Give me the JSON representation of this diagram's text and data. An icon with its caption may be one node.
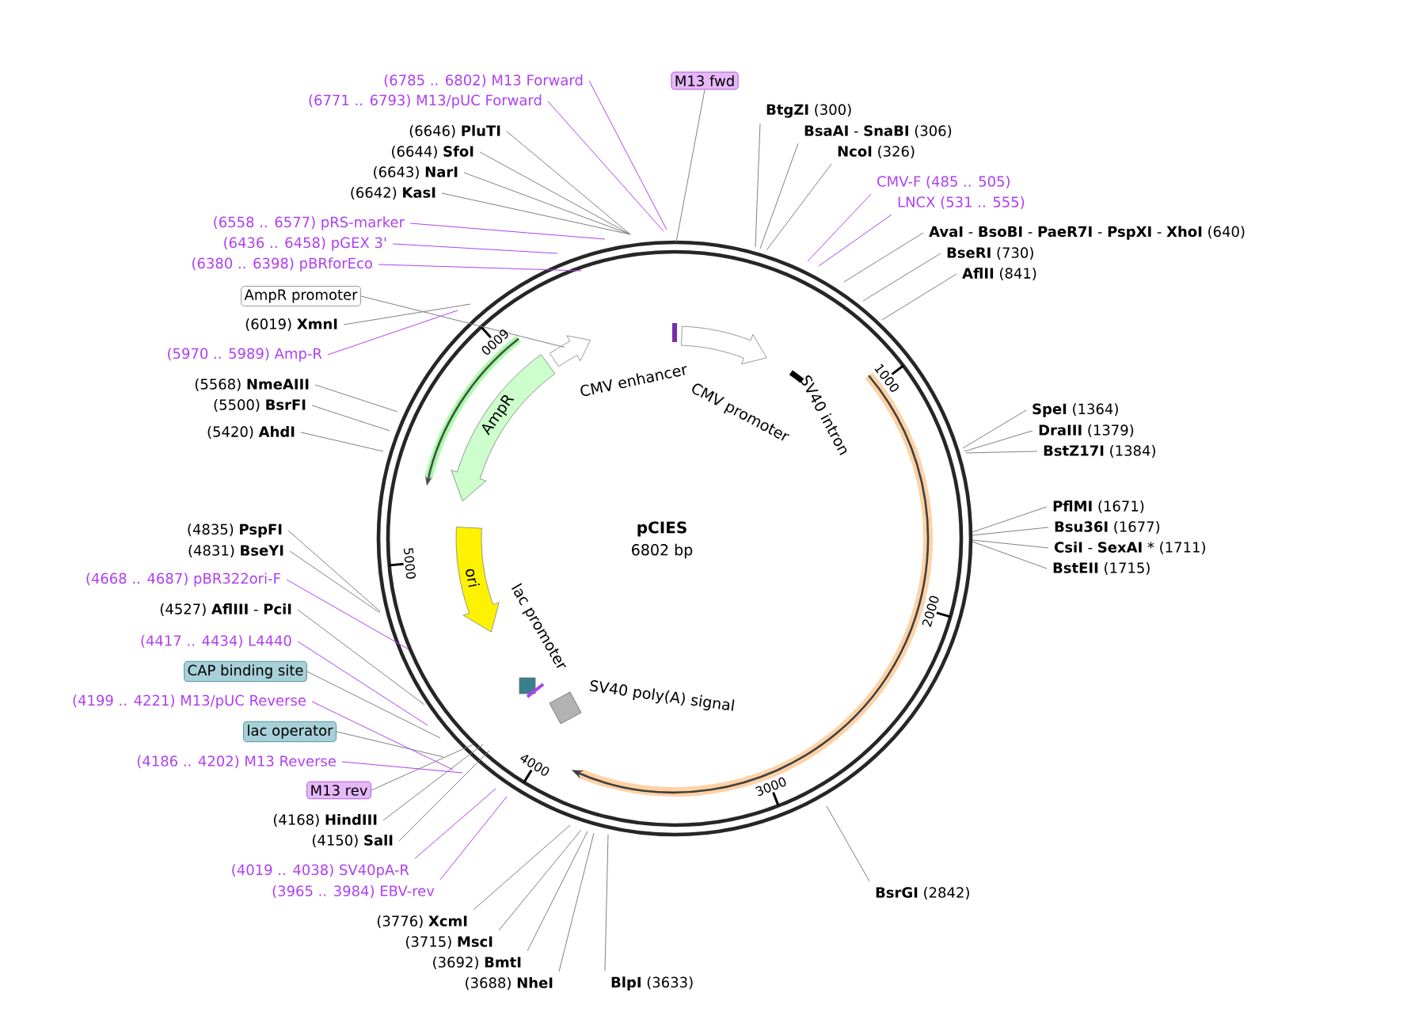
{
  "diagram": {
    "title": "pCIES",
    "nodes": [
      {
        "text": [
          "(6785 .. 6802)  M13 Forward"
        ]
      },
      {
        "text": [
          "(6771 .. 6793)  M13/pUC Forward"
        ]
      },
      {
        "text": [
          "M13 fwd"
        ]
      },
      {
        "text": [
          "**BtgZI**  (300)"
        ]
      },
      {
        "text": [
          "**BsaAI** - **SnaBI**  (306)"
        ]
      },
      {
        "text": [
          "**NcoI**  (326)"
        ]
      },
      {
        "text": [
          "CMV-F  (485 .. 505)"
        ]
      },
      {
        "text": [
          "LNCX  (531 .. 555)"
        ]
      },
      {
        "text": [
          "**AvaI** - **BsoBI** - **PaeR7I** - **PspXI** - **XhoI**  (640)"
        ]
      },
      {
        "text": [
          "**BseRI**  (730)"
        ]
      },
      {
        "text": [
          "**AflII**  (841)"
        ]
      },
      {
        "text": [
          "**SpeI**  (1364)"
        ]
      },
      {
        "text": [
          "**DraIII**  (1379)"
        ]
      },
      {
        "text": [
          "**BstZ17I**  (1384)"
        ]
      },
      {
        "text": [
          "**PflMI**  (1671)"
        ]
      },
      {
        "text": [
          "**Bsu36I**  (1677)"
        ]
      },
      {
        "text": [
          "**CsiI** - **SexAI** *  (1711)"
        ]
      },
      {
        "text": [
          "**BstEII**  (1715)"
        ]
      },
      {
        "text": [
          "**BsrGI**  (2842)"
        ]
      },
      {
        "text": [
          "**BlpI**  (3633)"
        ]
      },
      {
        "text": [
          "(3688)  **NheI**"
        ]
      },
      {
        "text": [
          "(3692)  **BmtI**"
        ]
      },
      {
        "text": [
          "(3715)  **MscI**"
        ]
      },
      {
        "text": [
          "(3776)  **XcmI**"
        ]
      },
      {
        "text": [
          "(3965 .. 3984)  EBV-rev"
        ]
      },
      {
        "text": [
          "(4019 .. 4038)  SV40pA-R"
        ]
      },
      {
        "text": [
          "(4150)  **SalI**"
        ]
      },
      {
        "text": [
          "(4168)  **HindIII**"
        ]
      },
      {
        "text": [
          "M13 rev"
        ]
      },
      {
        "text": [
          "(4186 .. 4202)  M13 Reverse"
        ]
      },
      {
        "text": [
          "lac operator"
        ]
      },
      {
        "text": [
          "(4199 .. 4221)  M13/pUC Reverse"
        ]
      },
      {
        "text": [
          "CAP binding site"
        ]
      },
      {
        "text": [
          "(4417 .. 4434)  L4440"
        ]
      },
      {
        "text": [
          "(4527)  **AflIII** - **PciI**"
        ]
      },
      {
        "text": [
          "(4668 .. 4687)  pBR322ori-F"
        ]
      },
      {
        "text": [
          "(4831)  **BseYI**"
        ]
      },
      {
        "text": [
          "(4835)  **PspFI**"
        ]
      },
      {
        "text": [
          "(5420)  **AhdI**"
        ]
      },
      {
        "text": [
          "(5500)  **BsrFI**"
        ]
      },
      {
        "text": [
          "(5568)  **NmeAIII**"
        ]
      },
      {
        "text": [
          "(5970 .. 5989)  Amp-R"
        ]
      },
      {
        "text": [
          "(6019)  **XmnI**"
        ]
      },
      {
        "text": [
          "AmpR promoter"
        ]
      },
      {
        "text": [
          "(6380 .. 6398)  pBRforEco"
        ]
      },
      {
        "text": [
          "(6436 .. 6458)  pGEX 3'"
        ]
      },
      {
        "text": [
          "(6558 .. 6577)  pRS-marker"
        ]
      },
      {
        "text": [
          "(6642)  **KasI**"
        ]
      },
      {
        "text": [
          "(6643)  **NarI**"
        ]
      },
      {
        "text": [
          "(6644)  **SfoI**"
        ]
      },
      {
        "text": [
          "(6646)  **PluTI**"
        ]
      },
      {
        "text": [],
        "shape": "arrow"
      }
    ],
    "edges": [
      {
        "from": 0,
        "to": null,
        "arrow": "none",
        "color": "#b040f0"
      },
      {
        "from": 1,
        "to": null,
        "arrow": "none",
        "color": "#b040f0"
      },
      {
        "from": 2,
        "to": null,
        "arrow": "none"
      },
      {
        "from": 3,
        "to": null,
        "arrow": "none"
      },
      {
        "from": 4,
        "to": null,
        "arrow": "none"
      },
      {
        "from": 5,
        "to": null,
        "arrow": "none"
      },
      {
        "from": 6,
        "to": null,
        "arrow": "none",
        "color": "#b040f0"
      },
      {
        "from": 7,
        "to": null,
        "arrow": "none",
        "color": "#b040f0"
      },
      {
        "from": 8,
        "to": null,
        "arrow": "none"
      },
      {
        "from": 9,
        "to": null,
        "arrow": "none"
      },
      {
        "from": 10,
        "to": null,
        "arrow": "none"
      },
      {
        "from": 11,
        "to": null,
        "arrow": "none"
      },
      {
        "from": 12,
        "to": null,
        "arrow": "none"
      },
      {
        "from": 13,
        "to": null,
        "arrow": "none"
      },
      {
        "from": 14,
        "to": null,
        "arrow": "none"
      },
      {
        "from": 15,
        "to": null,
        "arrow": "none"
      },
      {
        "from": 16,
        "to": null,
        "arrow": "none"
      },
      {
        "from": 17,
        "to": null,
        "arrow": "none"
      },
      {
        "from": 18,
        "to": null,
        "arrow": "none"
      },
      {
        "from": 19,
        "to": null,
        "arrow": "none"
      },
      {
        "from": 20,
        "to": null,
        "arrow": "none"
      },
      {
        "from": 21,
        "to": null,
        "arrow": "none"
      },
      {
        "from": 22,
        "to": null,
        "arrow": "none"
      },
      {
        "from": 23,
        "to": null,
        "arrow": "none"
      },
      {
        "from": 24,
        "to": null,
        "arrow": "none",
        "color": "#b040f0"
      },
      {
        "from": 25,
        "to": null,
        "arrow": "none",
        "color": "#b040f0"
      },
      {
        "from": 26,
        "to": null,
        "arrow": "none"
      },
      {
        "from": 27,
        "to": null,
        "arrow": "none"
      },
      {
        "from": 28,
        "to": null,
        "arrow": "none"
      },
      {
        "from": 29,
        "to": null,
        "arrow": "none",
        "color": "#b040f0"
      },
      {
        "from": 30,
        "to": null,
        "arrow": "none"
      },
      {
        "from": 31,
        "to": null,
        "arrow": "none",
        "color": "#b040f0"
      },
      {
        "from": 32,
        "to": null,
        "arrow": "none"
      },
      {
        "from": 33,
        "to": null,
        "arrow": "none",
        "color": "#b040f0"
      },
      {
        "from": 34,
        "to": null,
        "arrow": "none"
      },
      {
        "from": 35,
        "to": null,
        "arrow": "none",
        "color": "#b040f0"
      },
      {
        "from": 36,
        "to": null,
        "arrow": "none"
      },
      {
        "from": 37,
        "to": null,
        "arrow": "none"
      },
      {
        "from": 38,
        "to": null,
        "arrow": "none"
      },
      {
        "from": 39,
        "to": null,
        "arrow": "none"
      },
      {
        "from": 40,
        "to": null,
        "arrow": "none"
      },
      {
        "from": 41,
        "to": null,
        "arrow": "none",
        "color": "#b040f0"
      },
      {
        "from": 42,
        "to": null,
        "arrow": "none"
      },
      {
        "from": 43,
        "to": 51,
        "arrow": "none"
      },
      {
        "from": 44,
        "to": null,
        "arrow": "none",
        "color": "#b040f0"
      },
      {
        "from": 45,
        "to": null,
        "arrow": "none",
        "color": "#b040f0"
      },
      {
        "from": 46,
        "to": null,
        "arrow": "none",
        "color": "#b040f0"
      },
      {
        "from": 47,
        "to": null,
        "arrow": "none"
      },
      {
        "from": 48,
        "to": null,
        "arrow": "none"
      },
      {
        "from": 49,
        "to": null,
        "arrow": "none"
      },
      {
        "from": 50,
        "to": null,
        "arrow": "none"
      }
    ],
    "labels": [
      "6802 bp",
      "CMV enhancer",
      "CMV promoter",
      "SV40 intron",
      "AmpR",
      "ori",
      "lac promoter",
      "SV40 poly(A) signal",
      "1000",
      "2000",
      "3000",
      "4000",
      "5000",
      "6000"
    ]
  }
}
